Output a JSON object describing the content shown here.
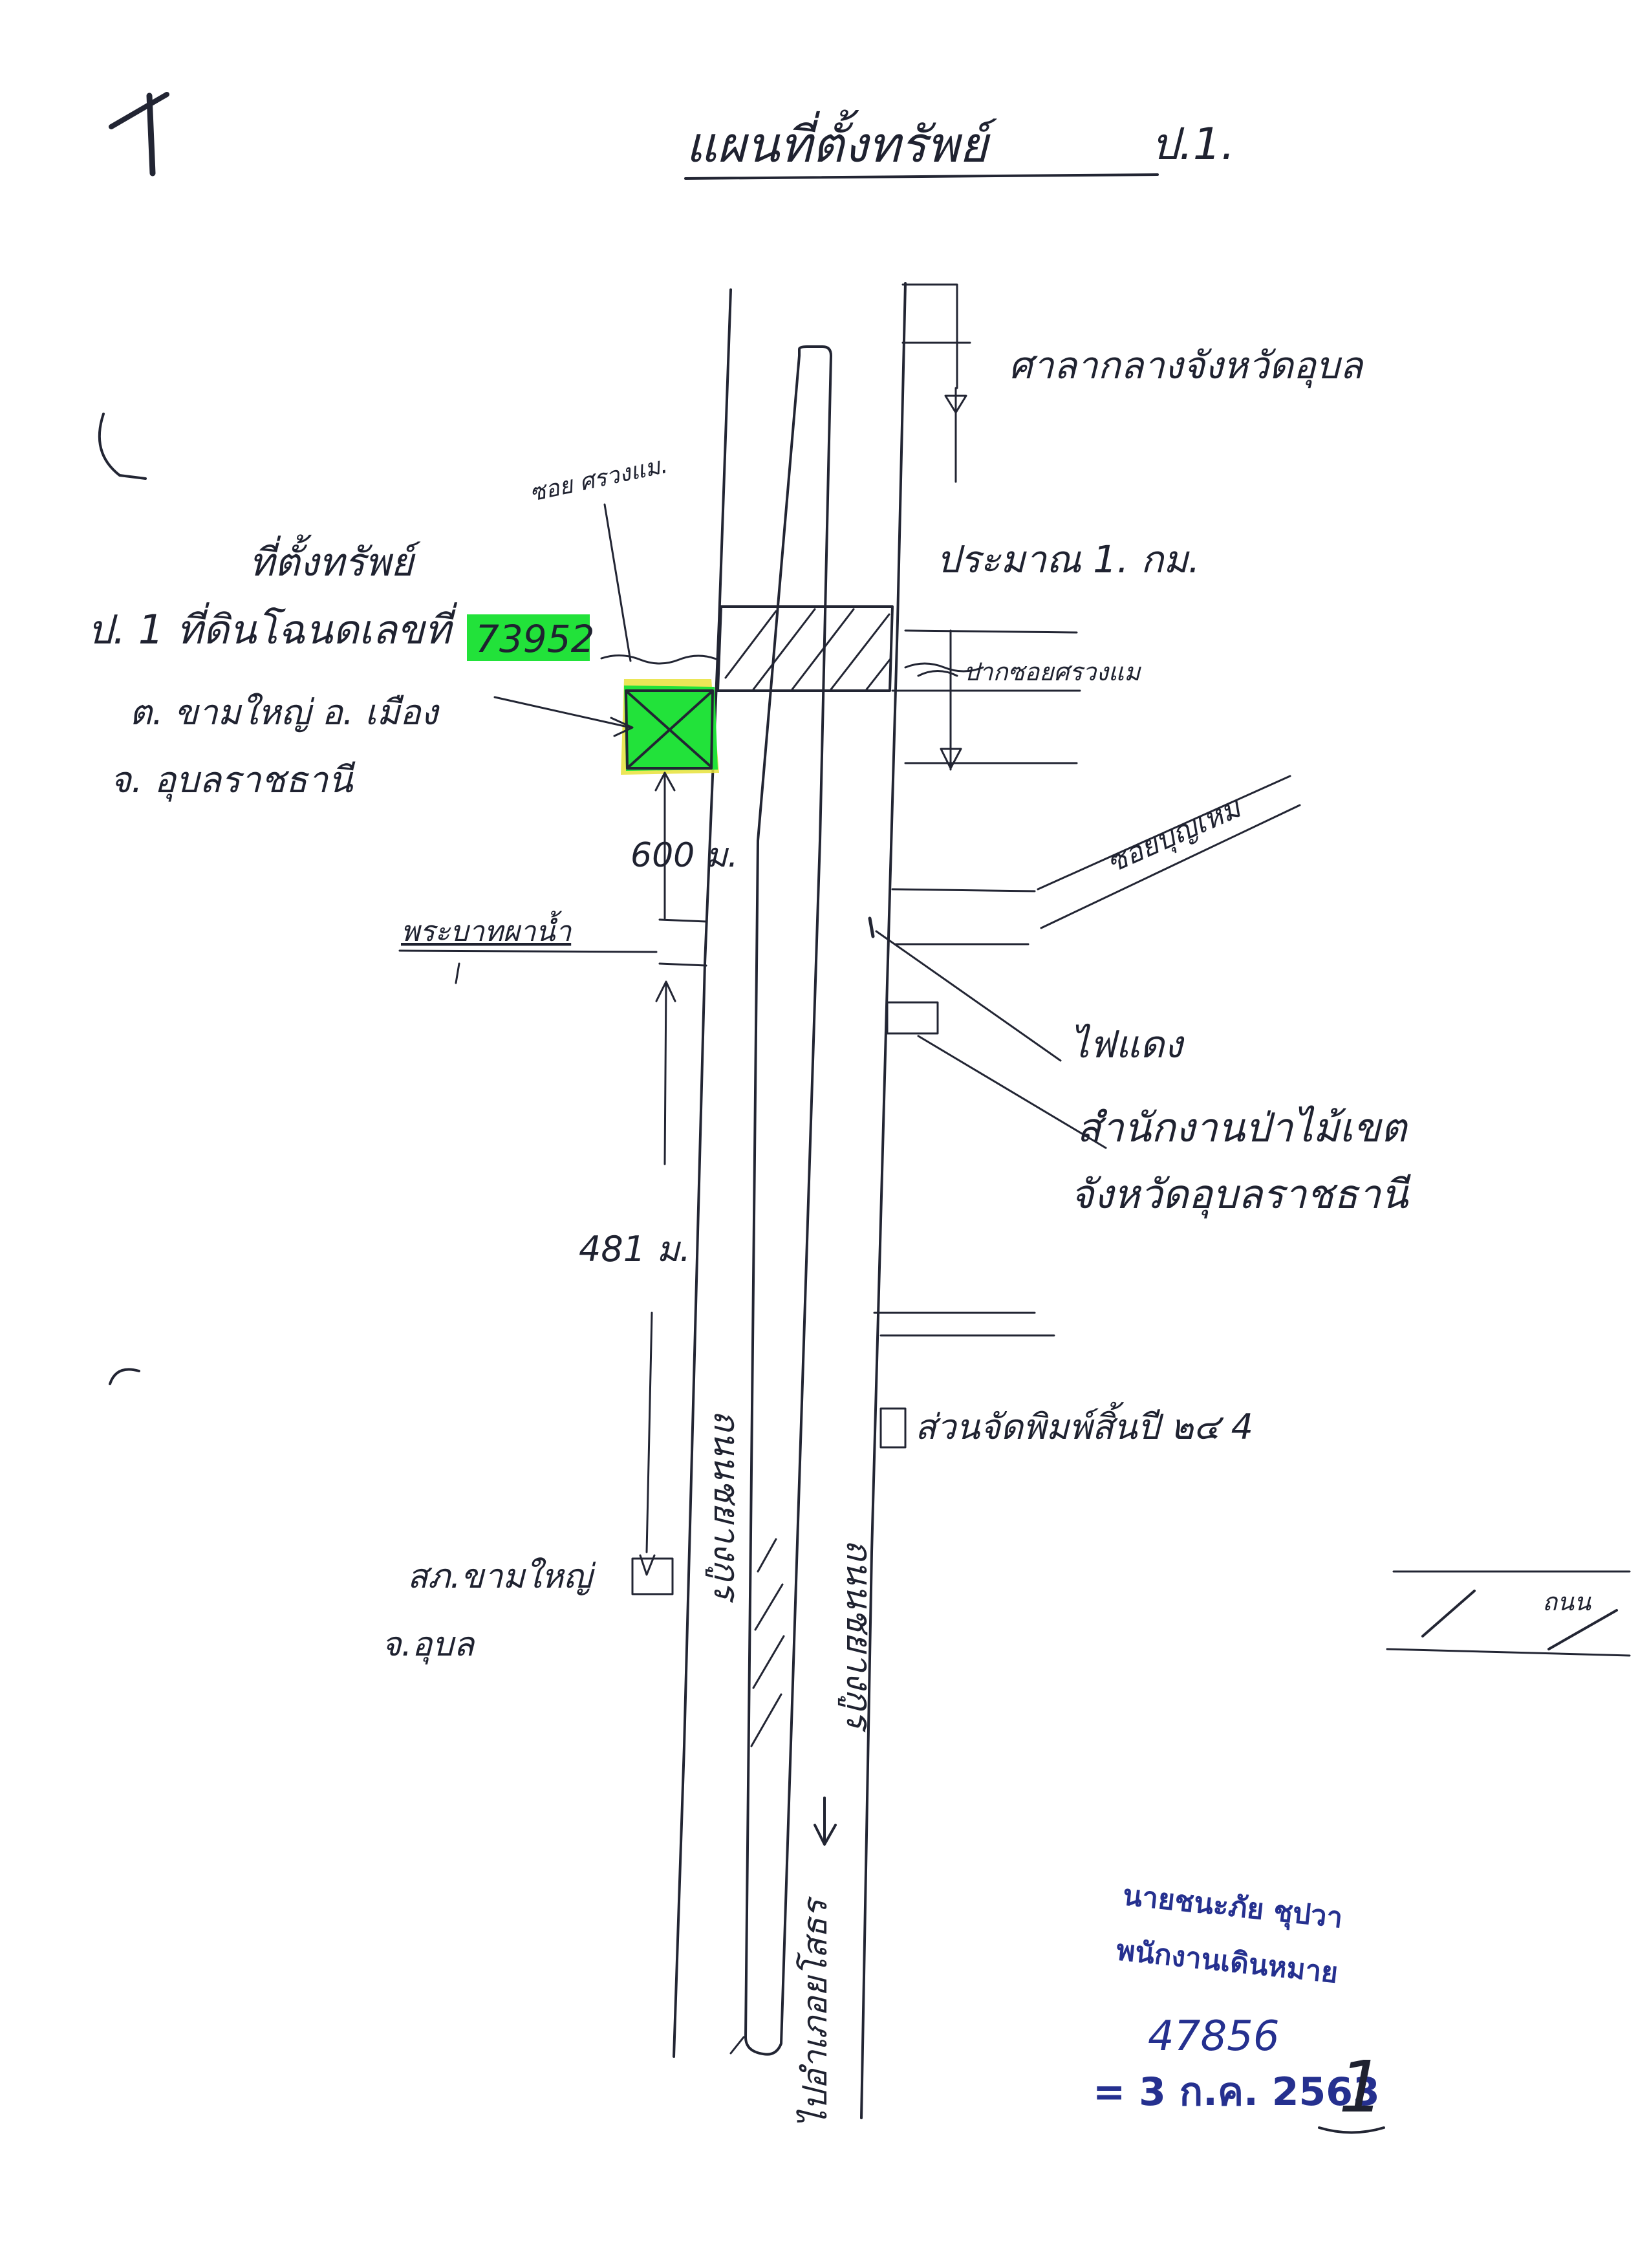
{
  "document": {
    "page_mark": "1",
    "title": "แผนที่ตั้งทรัพย์",
    "title_suffix": "ป.1."
  },
  "map": {
    "labels": {
      "provincial_court": "ศาลากลางจังหวัดอุบล",
      "distance_1km": "ประมาณ 1. กม.",
      "alley": "ซอย ศรวงแม.",
      "alley_mouth": "ปากซอยศรวงแม",
      "property_heading": "ที่ตั้งทรัพย์",
      "property_line1_prefix": "ป. 1 ที่ดินโฉนดเลขที่",
      "deed_number": "73952",
      "property_line2": "ต. ขามใหญ่ อ. เมือง",
      "property_line3": "จ. อุบลราชธานี",
      "distance_600m": "600 ม.",
      "side_road": "ซอยบุญเหม",
      "left_landmark": "พระบาทผาน้ำ",
      "traffic_light": "ไฟแดง",
      "office_line1": "สำนักงานป่าไม้เขต",
      "office_line2": "จังหวัดอุบลราชธานี",
      "distance_481m": "481 ม.",
      "school": "ส่วนจัดพิมพ์สิ้นปี ๒๔ 4",
      "bottom_left_line1": "สภ.ขามใหญ่",
      "bottom_left_line2": "จ.อุบล",
      "road_left_vertical": "ถนนชยางกูร",
      "road_right_vertical": "ถนนชยางกูร",
      "road_bottom_vertical": "ไปอำเภอยโสธร"
    },
    "legend": {
      "label": "ถนน"
    },
    "colors": {
      "highlight": "#22e23a",
      "highlight_edge": "#e7e23a",
      "ink": "#1f2230",
      "stamp": "#25308f"
    }
  },
  "stamp": {
    "name": "นายชนะภัย ชุปวา",
    "position": "พนักงานเดินหมาย",
    "number": "47856",
    "date": "= 3 ก.ค. 2563",
    "initial": "1"
  }
}
